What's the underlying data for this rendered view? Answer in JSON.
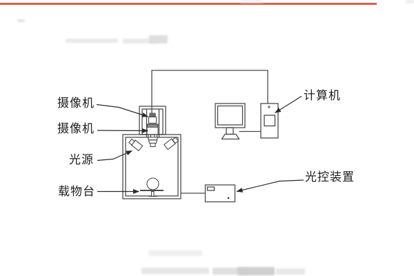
{
  "figure": {
    "labels": {
      "camera_top": "摄像机",
      "camera_bottom": "摄像机",
      "light_source": "光源",
      "stage": "载物台",
      "computer": "计算机",
      "light_controller": "光控装置"
    }
  },
  "colors": {
    "line": "#4a4a4a",
    "text": "#1f1f1f",
    "arrow": "#2a2a2a",
    "accent_top_line": "#d4604f"
  }
}
